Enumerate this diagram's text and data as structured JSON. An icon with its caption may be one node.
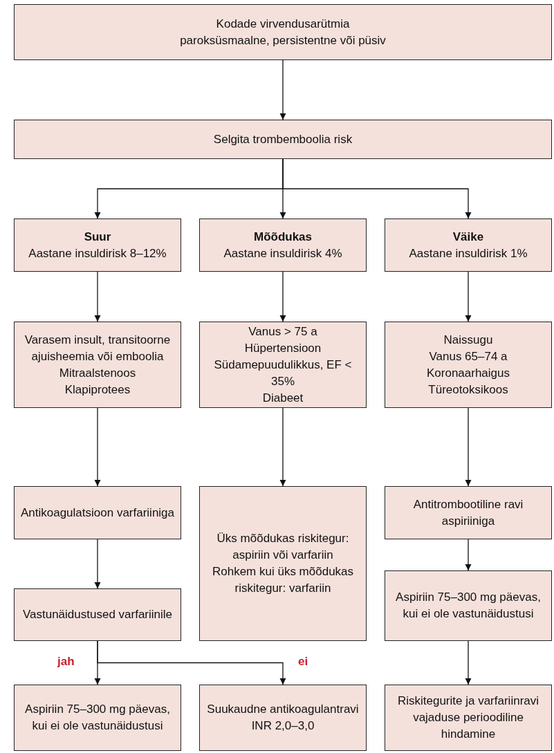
{
  "diagram": {
    "nodes": [
      {
        "text": [
          "Kodade virvendusarütmia",
          "paroksüsmaalne, persistentne või püsiv"
        ]
      },
      {
        "text": [
          "Selgita trombemboolia risk"
        ]
      },
      {
        "text": [
          "Suur",
          "Aastane insuldirisk 8–12%"
        ]
      },
      {
        "text": [
          "Mõõdukas",
          "Aastane insuldirisk 4%"
        ]
      },
      {
        "text": [
          "Väike",
          "Aastane insuldirisk 1%"
        ]
      },
      {
        "text": [
          "Varasem insult, transitoorne ajuisheemia või emboolia",
          "Mitraalstenoos",
          "Klapiprotees"
        ]
      },
      {
        "text": [
          "Vanus > 75 a",
          "Hüpertensioon",
          "Südamepuudulikkus, EF < 35%",
          "Diabeet"
        ]
      },
      {
        "text": [
          "Naissugu",
          "Vanus 65–74 a",
          "Koronaarhaigus",
          "Türeotoksikoos"
        ]
      },
      {
        "text": [
          "Antikoagulatsioon varfariiniga"
        ]
      },
      {
        "text": [
          "Üks mõõdukas riskitegur: aspiriin või varfariin",
          "Rohkem kui üks mõõdukas riskitegur: varfariin"
        ]
      },
      {
        "text": [
          "Antitrombootiline ravi aspiriiniga"
        ]
      },
      {
        "text": [
          "Vastunäidustused varfariinile"
        ]
      },
      {
        "text": [
          "Aspiriin 75–300 mg päevas, kui ei ole vastunäidustusi"
        ]
      },
      {
        "text": [
          "Aspiriin 75–300 mg päevas, kui ei ole vastunäidustusi"
        ]
      },
      {
        "text": [
          "Suukaudne antikoagulantravi INR 2,0–3,0"
        ]
      },
      {
        "text": [
          "Riskitegurite ja varfariinravi vajaduse perioodiline hindamine"
        ]
      }
    ],
    "edges": [
      {
        "from": 0,
        "to": 1,
        "arrow": "to"
      },
      {
        "from": 1,
        "to": 2,
        "arrow": "to"
      },
      {
        "from": 1,
        "to": 3,
        "arrow": "to"
      },
      {
        "from": 1,
        "to": 4,
        "arrow": "to"
      },
      {
        "from": 2,
        "to": 5,
        "arrow": "to"
      },
      {
        "from": 3,
        "to": 6,
        "arrow": "to"
      },
      {
        "from": 4,
        "to": 7,
        "arrow": "to"
      },
      {
        "from": 5,
        "to": 8,
        "arrow": "to"
      },
      {
        "from": 6,
        "to": 9,
        "arrow": "to"
      },
      {
        "from": 7,
        "to": 10,
        "arrow": "to"
      },
      {
        "from": 8,
        "to": 11,
        "arrow": "to"
      },
      {
        "from": 10,
        "to": 12,
        "arrow": "to"
      },
      {
        "from": 11,
        "to": 13,
        "arrow": "to",
        "label": "jah"
      },
      {
        "from": 11,
        "to": 14,
        "arrow": "to",
        "label": "ei"
      },
      {
        "from": 12,
        "to": 15,
        "arrow": "to"
      }
    ]
  }
}
